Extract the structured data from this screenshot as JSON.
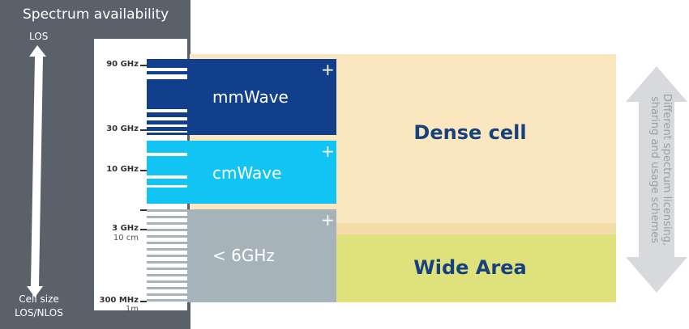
{
  "left_panel": {
    "title": "Spectrum availability",
    "top_label": "LOS",
    "bottom_label_line1": "Cell size",
    "bottom_label_line2": "LOS/NLOS"
  },
  "scale": {
    "ticks": [
      {
        "label": "90 GHz"
      },
      {
        "label": "30 GHz"
      },
      {
        "label": "10 GHz"
      },
      {
        "label": "3 GHz",
        "sub": "10 cm"
      },
      {
        "label": "300 MHz",
        "sub": "1m"
      }
    ]
  },
  "bands": [
    {
      "label": "mmWave",
      "plus": "+",
      "color": "#123f8c"
    },
    {
      "label": "cmWave",
      "plus": "+",
      "color": "#12c4f4"
    },
    {
      "label": "< 6GHz",
      "plus": "+",
      "color": "#a6b3ba"
    }
  ],
  "areas": {
    "dense_cell": "Dense cell",
    "wide_area": "Wide Area",
    "dense_color": "#fae7c0",
    "wide_color": "#dfe27c",
    "label_color": "#17417d"
  },
  "right_label": {
    "line1": "Different spectrum licensing,",
    "line2": "sharing and usage schemes"
  }
}
